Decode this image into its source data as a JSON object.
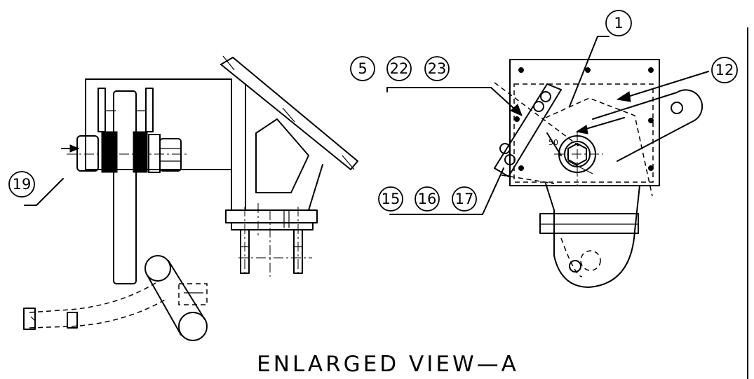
{
  "view_title": "ENLARGED VIEW—A",
  "balloons": {
    "b1": "1",
    "b5": "5",
    "b22": "22",
    "b23": "23",
    "b12": "12",
    "b19": "19",
    "b15": "15",
    "b16": "16",
    "b17": "17"
  },
  "annotation_50": "50"
}
